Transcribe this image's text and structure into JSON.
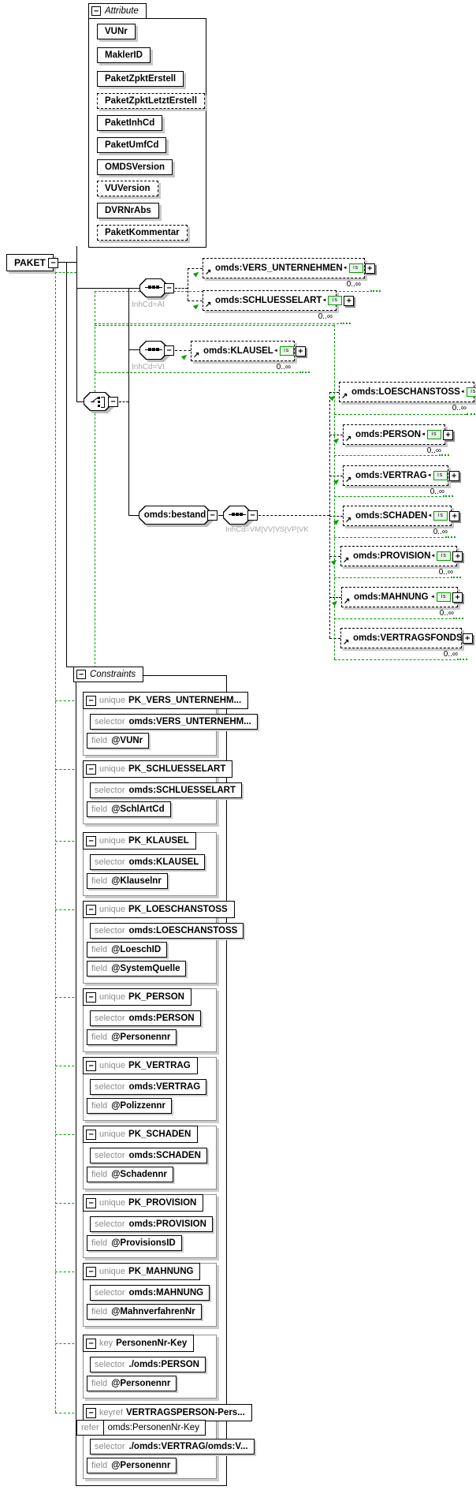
{
  "ui": {
    "minus": "−",
    "plus": "+",
    "ref_arrow": "↗",
    "badge_arrow": "◄",
    "is_label": "is"
  },
  "colors": {
    "constraint_green": "#00a000",
    "shadow_gray": "#c8c8c8"
  },
  "root": {
    "label": "PAKET"
  },
  "attributes_panel": {
    "title": "Attribute",
    "items": [
      {
        "label": "VUNr",
        "optional": false
      },
      {
        "label": "MaklerID",
        "optional": false
      },
      {
        "label": "PaketZpktErstell",
        "optional": false
      },
      {
        "label": "PaketZpktLetztErstell",
        "optional": true
      },
      {
        "label": "PaketInhCd",
        "optional": false
      },
      {
        "label": "PaketUmfCd",
        "optional": false
      },
      {
        "label": "OMDSVersion",
        "optional": false
      },
      {
        "label": "VUVersion",
        "optional": true
      },
      {
        "label": "DVRNrAbs",
        "optional": false
      },
      {
        "label": "PaketKommentar",
        "optional": true
      }
    ]
  },
  "tree": {
    "connectors": [
      {
        "type": "sequence",
        "label": "InhCd=AI"
      },
      {
        "type": "sequence",
        "label": "InhCd=VI"
      },
      {
        "type": "choice",
        "label": ""
      },
      {
        "type": "sequence",
        "label": "InhCd=VM|VV|VS|VP|VK"
      }
    ],
    "bestand": {
      "label": "omds:bestand"
    },
    "elements": [
      {
        "name": "omds:VERS_UNTERNEHMEN",
        "occurrence": "0..∞"
      },
      {
        "name": "omds:SCHLUESSELART",
        "occurrence": "0..∞"
      },
      {
        "name": "omds:KLAUSEL",
        "occurrence": "0..∞"
      },
      {
        "name": "omds:LOESCHANSTOSS",
        "occurrence": "0..∞"
      },
      {
        "name": "omds:PERSON",
        "occurrence": "0..∞"
      },
      {
        "name": "omds:VERTRAG",
        "occurrence": "0..∞"
      },
      {
        "name": "omds:SCHADEN",
        "occurrence": "0..∞"
      },
      {
        "name": "omds:PROVISION",
        "occurrence": "0..∞"
      },
      {
        "name": "omds:MAHNUNG",
        "occurrence": "0..∞"
      },
      {
        "name": "omds:VERTRAGSFONDS",
        "occurrence": "0..∞"
      }
    ]
  },
  "labels": {
    "selector": "selector",
    "field": "field",
    "refer": "refer"
  },
  "constraints_panel": {
    "title": "Constraints",
    "items": [
      {
        "kind": "unique",
        "name": "PK_VERS_UNTERNEHM...",
        "selector": "omds:VERS_UNTERNEHM...",
        "field": "@VUNr"
      },
      {
        "kind": "unique",
        "name": "PK_SCHLUESSELART",
        "selector": "omds:SCHLUESSELART",
        "field": "@SchlArtCd"
      },
      {
        "kind": "unique",
        "name": "PK_KLAUSEL",
        "selector": "omds:KLAUSEL",
        "field": "@Klauselnr"
      },
      {
        "kind": "unique",
        "name": "PK_LOESCHANSTOSS",
        "selector": "omds:LOESCHANSTOSS",
        "field": "@LoeschID",
        "field2": "@SystemQuelle"
      },
      {
        "kind": "unique",
        "name": "PK_PERSON",
        "selector": "omds:PERSON",
        "field": "@Personennr"
      },
      {
        "kind": "unique",
        "name": "PK_VERTRAG",
        "selector": "omds:VERTRAG",
        "field": "@Polizzennr"
      },
      {
        "kind": "unique",
        "name": "PK_SCHADEN",
        "selector": "omds:SCHADEN",
        "field": "@Schadennr"
      },
      {
        "kind": "unique",
        "name": "PK_PROVISION",
        "selector": "omds:PROVISION",
        "field": "@ProvisionsID"
      },
      {
        "kind": "unique",
        "name": "PK_MAHNUNG",
        "selector": "omds:MAHNUNG",
        "field": "@MahnverfahrenNr"
      },
      {
        "kind": "key",
        "name": "PersonenNr-Key",
        "selector": "./omds:PERSON",
        "field": "@Personennr"
      },
      {
        "kind": "keyref",
        "name": "VERTRAGSPERSON-Pers...",
        "refer": "omds:PersonenNr-Key",
        "selector": "./omds:VERTRAG/omds:V...",
        "field": "@Personennr"
      }
    ]
  }
}
